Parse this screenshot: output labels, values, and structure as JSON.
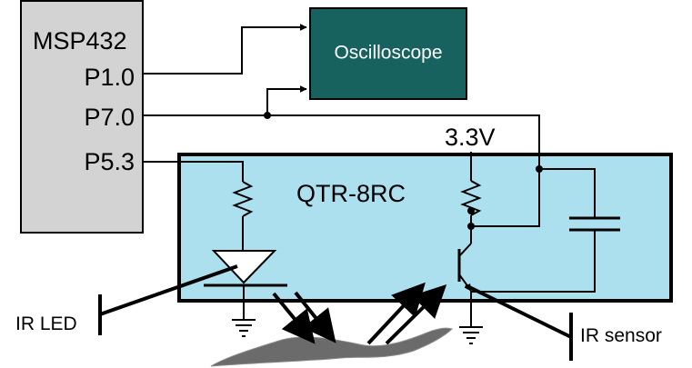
{
  "mcu": {
    "title": "MSP432",
    "pins": [
      "P1.0",
      "P7.0",
      "P5.3"
    ]
  },
  "scope": {
    "label": "Oscilloscope"
  },
  "sensor_board": {
    "label": "QTR-8RC"
  },
  "supply": {
    "label": "3.3V"
  },
  "callouts": {
    "ir_led": "IR LED",
    "ir_sensor": "IR sensor"
  },
  "colors": {
    "mcu_fill": "#d3d3d3",
    "scope_fill": "#17625e",
    "scope_text": "#ffffff",
    "board_fill": "#ace0ee",
    "surface": "#6b6b6b"
  }
}
